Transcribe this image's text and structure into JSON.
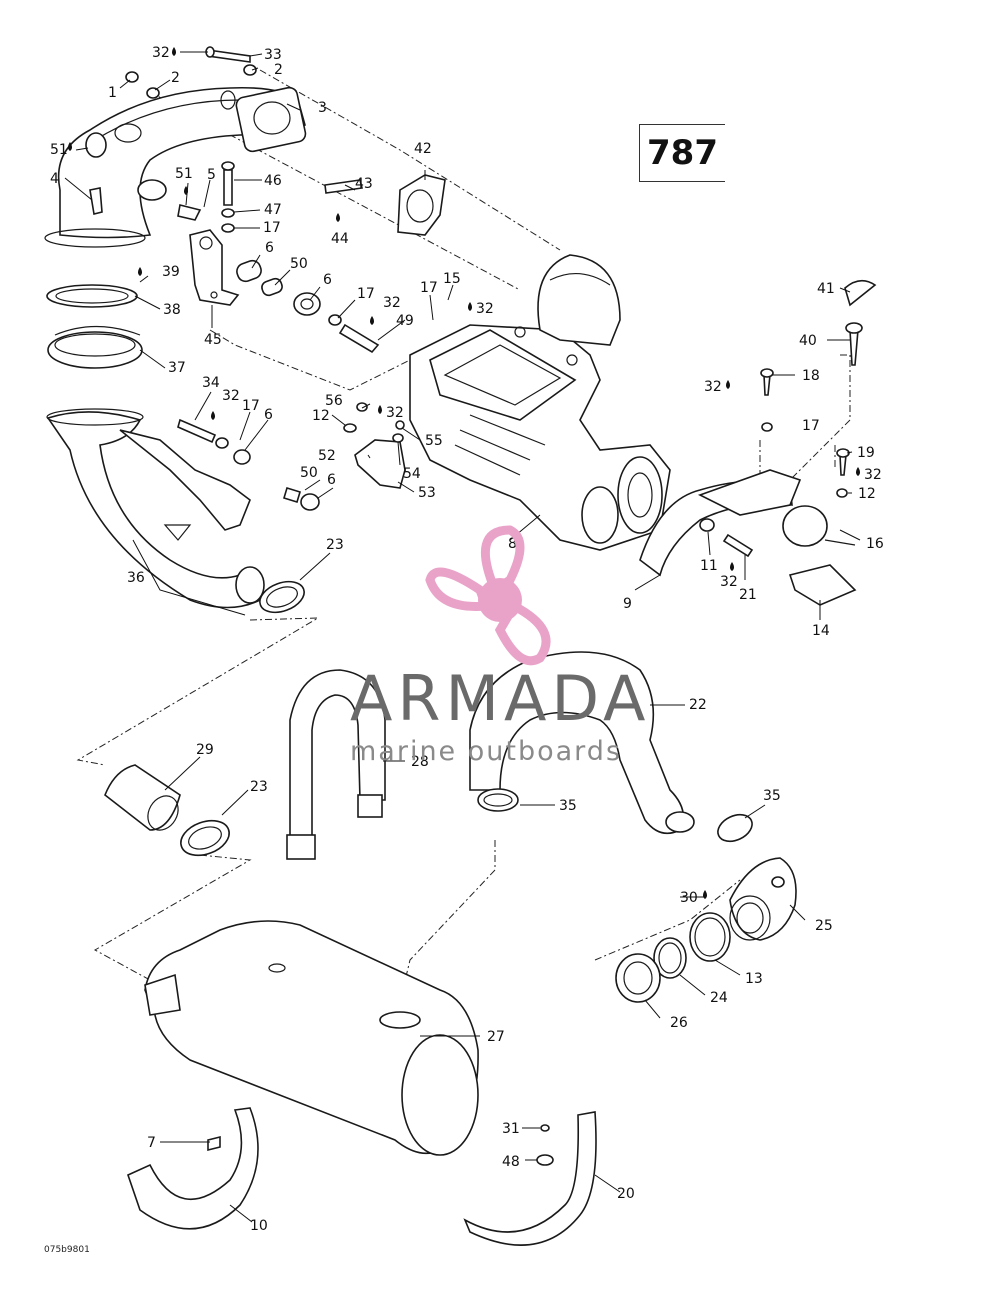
{
  "diagram_number": "787",
  "footer_code": "075b9801",
  "watermark": {
    "brand": "ARMADA",
    "tagline": "marine outboards",
    "logo_color": "#e9a3c9"
  },
  "callouts": [
    {
      "id": "c1",
      "label": "1"
    },
    {
      "id": "c2a",
      "label": "2"
    },
    {
      "id": "c2b",
      "label": "2"
    },
    {
      "id": "c3",
      "label": "3"
    },
    {
      "id": "c4",
      "label": "4"
    },
    {
      "id": "c5",
      "label": "5"
    },
    {
      "id": "c6a",
      "label": "6"
    },
    {
      "id": "c6b",
      "label": "6"
    },
    {
      "id": "c6c",
      "label": "6"
    },
    {
      "id": "c6d",
      "label": "6"
    },
    {
      "id": "c7",
      "label": "7"
    },
    {
      "id": "c8",
      "label": "8"
    },
    {
      "id": "c9",
      "label": "9"
    },
    {
      "id": "c10",
      "label": "10"
    },
    {
      "id": "c11",
      "label": "11"
    },
    {
      "id": "c12a",
      "label": "12"
    },
    {
      "id": "c12b",
      "label": "12"
    },
    {
      "id": "c13",
      "label": "13"
    },
    {
      "id": "c14",
      "label": "14"
    },
    {
      "id": "c15",
      "label": "15"
    },
    {
      "id": "c16",
      "label": "16"
    },
    {
      "id": "c17a",
      "label": "17"
    },
    {
      "id": "c17b",
      "label": "17"
    },
    {
      "id": "c17c",
      "label": "17"
    },
    {
      "id": "c17d",
      "label": "17"
    },
    {
      "id": "c17e",
      "label": "17"
    },
    {
      "id": "c18",
      "label": "18"
    },
    {
      "id": "c19",
      "label": "19"
    },
    {
      "id": "c20",
      "label": "20"
    },
    {
      "id": "c21",
      "label": "21"
    },
    {
      "id": "c22",
      "label": "22"
    },
    {
      "id": "c23a",
      "label": "23"
    },
    {
      "id": "c23b",
      "label": "23"
    },
    {
      "id": "c24",
      "label": "24"
    },
    {
      "id": "c25",
      "label": "25"
    },
    {
      "id": "c26",
      "label": "26"
    },
    {
      "id": "c27",
      "label": "27"
    },
    {
      "id": "c28",
      "label": "28"
    },
    {
      "id": "c29",
      "label": "29"
    },
    {
      "id": "c30",
      "label": "30"
    },
    {
      "id": "c31",
      "label": "31"
    },
    {
      "id": "c32a",
      "label": "32"
    },
    {
      "id": "c32b",
      "label": "32"
    },
    {
      "id": "c32c",
      "label": "32"
    },
    {
      "id": "c32d",
      "label": "32"
    },
    {
      "id": "c32e",
      "label": "32"
    },
    {
      "id": "c32f",
      "label": "32"
    },
    {
      "id": "c32g",
      "label": "32"
    },
    {
      "id": "c32h",
      "label": "32"
    },
    {
      "id": "c33",
      "label": "33"
    },
    {
      "id": "c34",
      "label": "34"
    },
    {
      "id": "c35a",
      "label": "35"
    },
    {
      "id": "c35b",
      "label": "35"
    },
    {
      "id": "c36",
      "label": "36"
    },
    {
      "id": "c37",
      "label": "37"
    },
    {
      "id": "c38",
      "label": "38"
    },
    {
      "id": "c39",
      "label": "39"
    },
    {
      "id": "c40",
      "label": "40"
    },
    {
      "id": "c41",
      "label": "41"
    },
    {
      "id": "c42",
      "label": "42"
    },
    {
      "id": "c43",
      "label": "43"
    },
    {
      "id": "c44",
      "label": "44"
    },
    {
      "id": "c45",
      "label": "45"
    },
    {
      "id": "c46",
      "label": "46"
    },
    {
      "id": "c47",
      "label": "47"
    },
    {
      "id": "c48",
      "label": "48"
    },
    {
      "id": "c49",
      "label": "49"
    },
    {
      "id": "c50a",
      "label": "50"
    },
    {
      "id": "c50b",
      "label": "50"
    },
    {
      "id": "c51a",
      "label": "51"
    },
    {
      "id": "c51b",
      "label": "51"
    },
    {
      "id": "c52",
      "label": "52"
    },
    {
      "id": "c53",
      "label": "53"
    },
    {
      "id": "c54",
      "label": "54"
    },
    {
      "id": "c55",
      "label": "55"
    },
    {
      "id": "c56",
      "label": "56"
    }
  ]
}
